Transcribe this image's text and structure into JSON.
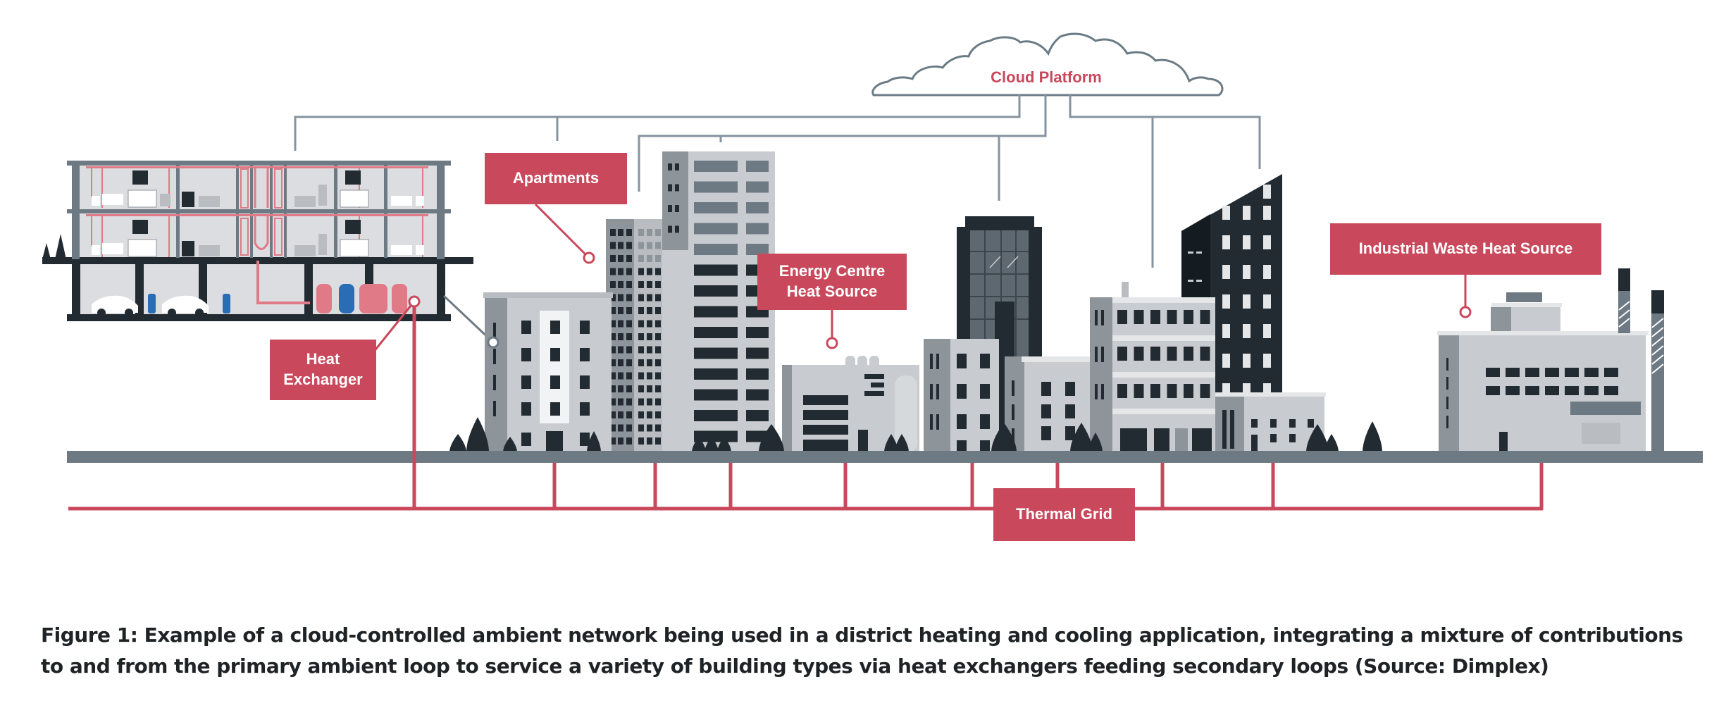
{
  "figure": {
    "colors": {
      "accent_red": "#c9485b",
      "pipe_pink": "#e07a86",
      "connector_gray": "#8593a0",
      "ground_gray": "#6e7a83",
      "building_dark": "#222b31",
      "building_light": "#c8ccd0",
      "building_mid": "#8e959a",
      "ev_blue": "#2a6db5"
    },
    "labels": {
      "cloud_platform": "Cloud Platform",
      "apartments": "Apartments",
      "heat_exchanger_line1": "Heat",
      "heat_exchanger_line2": "Exchanger",
      "energy_centre_line1": "Energy Centre",
      "energy_centre_line2": "Heat Source",
      "industrial_waste": "Industrial Waste Heat Source",
      "thermal_grid": "Thermal Grid"
    }
  },
  "caption": {
    "prefix": "Figure 1:",
    "text": " Example of a cloud-controlled ambient network being used in a district heating and cooling application, integrating a mixture of contributions to and from the primary ambient loop to service a variety of building types via heat exchangers feeding secondary loops (Source: Dimplex)"
  }
}
